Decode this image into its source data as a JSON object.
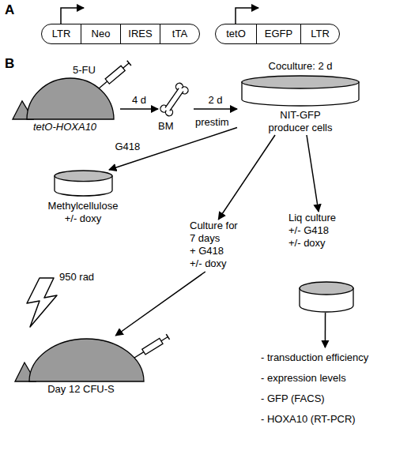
{
  "diagram": {
    "nodes": [
      {
        "text": [
          "LTR"
        ]
      },
      {
        "text": [
          "Neo"
        ]
      },
      {
        "text": [
          "IRES"
        ]
      },
      {
        "text": [
          "tTA"
        ]
      },
      {
        "text": [
          "tetO"
        ]
      },
      {
        "text": [
          "EGFP"
        ]
      },
      {
        "text": [
          "LTR"
        ]
      },
      {
        "text": [
          "tetO-HOXA10"
        ]
      },
      {
        "text": [
          "BM"
        ]
      },
      {
        "text": [
          "Coculture: 2 d",
          "NIT-GFP producer cells"
        ]
      },
      {
        "text": [
          "Methylcellulose",
          "+/- doxy"
        ]
      },
      {
        "text": [
          "Culture for 7 days",
          "+ G418",
          "+/- doxy"
        ]
      },
      {
        "text": [
          "Liq culture",
          "+/- G418",
          "+/- doxy"
        ]
      },
      {
        "text": [
          "Day 12 CFU-S"
        ]
      },
      {
        "text": [
          "- transduction efficiency",
          "- expression levels",
          "- GFP (FACS)",
          "- HOXA10 (RT-PCR)"
        ]
      }
    ],
    "edges": [
      {
        "from": 7,
        "to": 8,
        "arrow": "to",
        "label": "4 d"
      },
      {
        "from": 8,
        "to": 9,
        "arrow": "to",
        "label": "2 d"
      },
      {
        "from": 9,
        "to": 10,
        "arrow": "to",
        "label": "G418"
      },
      {
        "from": 9,
        "to": 11,
        "arrow": "to"
      },
      {
        "from": 9,
        "to": 12,
        "arrow": "to"
      },
      {
        "from": 11,
        "to": 13,
        "arrow": "to"
      },
      {
        "from": 12,
        "to": 14,
        "arrow": "to"
      }
    ],
    "labels": [
      "A",
      "B",
      "5-FU",
      "prestim",
      "950 rad"
    ]
  }
}
